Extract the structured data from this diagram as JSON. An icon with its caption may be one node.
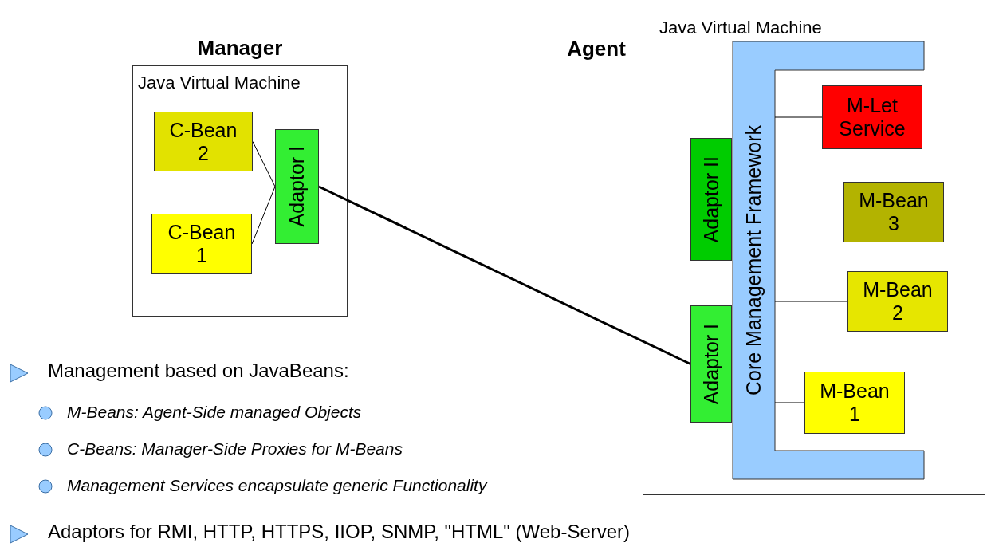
{
  "diagram": {
    "nodes": [
      {
        "text": [
          "Manager",
          "Java Virtual Machine"
        ]
      },
      {
        "text": [
          "C-Bean 2"
        ],
        "in": 0
      },
      {
        "text": [
          "C-Bean 1"
        ],
        "in": 0
      },
      {
        "text": [
          "Adaptor I"
        ],
        "in": 0
      },
      {
        "text": [
          "Agent",
          "Java Virtual Machine"
        ]
      },
      {
        "text": [
          "Core Management Framework"
        ],
        "in": 4
      },
      {
        "text": [
          "M-Let Service"
        ],
        "in": 4
      },
      {
        "text": [
          "Adaptor II"
        ],
        "in": 4
      },
      {
        "text": [
          "M-Bean 3"
        ],
        "in": 4
      },
      {
        "text": [
          "M-Bean 2"
        ],
        "in": 4
      },
      {
        "text": [
          "Adaptor I"
        ],
        "in": 4
      },
      {
        "text": [
          "M-Bean 1"
        ],
        "in": 4
      }
    ],
    "edges": [
      {
        "from": 1,
        "to": 3,
        "arrow": "none"
      },
      {
        "from": 2,
        "to": 3,
        "arrow": "none"
      },
      {
        "from": 3,
        "to": 10,
        "arrow": "none",
        "style": "thick"
      },
      {
        "from": 5,
        "to": 6,
        "arrow": "none"
      },
      {
        "from": 5,
        "to": 9,
        "arrow": "none"
      },
      {
        "from": 5,
        "to": 11,
        "arrow": "none"
      }
    ],
    "labels": [
      "Management based on JavaBeans:",
      "M-Beans: Agent-Side managed Objects",
      "C-Beans: Manager-Side Proxies for M-Beans",
      "Management Services encapsulate generic Functionality",
      "Adaptors for RMI, HTTP, HTTPS, IIOP, SNMP, \"HTML\" (Web-Server)"
    ]
  }
}
